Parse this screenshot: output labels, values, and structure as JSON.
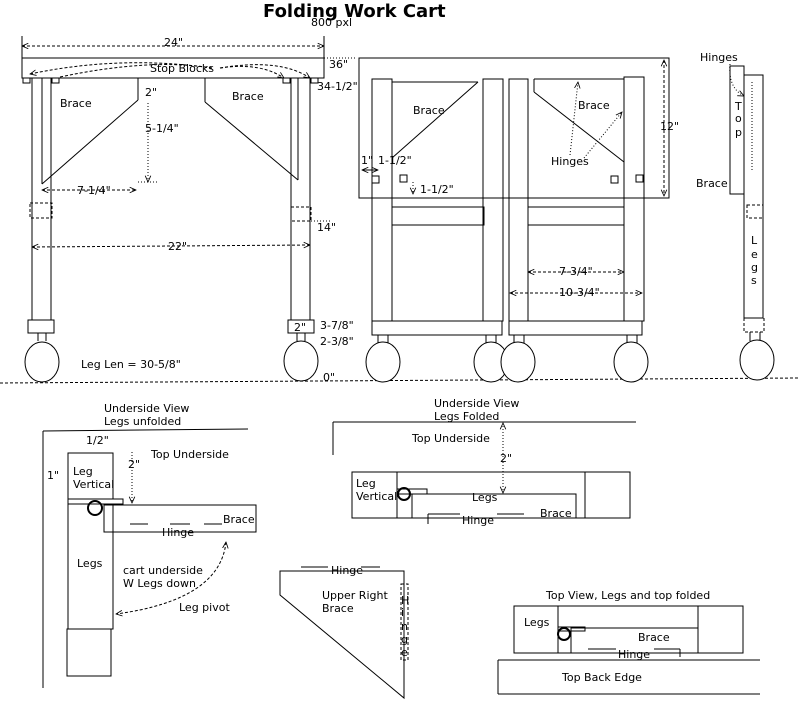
{
  "title": "Folding Work Cart",
  "canvas_note": "800 pxl",
  "front_view": {
    "width_dim": "24\"",
    "stop_blocks": "Stop Blocks",
    "height_top": "36\"",
    "height_under_top": "34-1/2\"",
    "brace_left": "Brace",
    "brace_right": "Brace",
    "dim_2": "2\"",
    "dim_5_1_4": "5-1/4\"",
    "dim_7_1_4": "7-1/4\"",
    "dim_14": "14\"",
    "dim_22": "22\"",
    "foot_2": "2\"",
    "dim_3_7_8": "3-7/8\"",
    "dim_2_3_8": "2-3/8\"",
    "leg_length": "Leg Len = 30-5/8\"",
    "floor_0": "0\""
  },
  "side_view": {
    "brace_left": "Brace",
    "brace_right": "Brace",
    "hinges": "Hinges",
    "dim_1": "1\"",
    "dim_1_1_2_a": "1-1/2\"",
    "dim_1_1_2_b": "1-1/2\"",
    "dim_12": "12\"",
    "dim_7_3_4": "7-3/4\"",
    "dim_10_3_4": "10-3/4\""
  },
  "folded_side": {
    "hinges": "Hinges",
    "top_vertical": "Top",
    "brace": "Brace",
    "legs_vertical": "Legs"
  },
  "underside_unfolded": {
    "title_line1": "Underside View",
    "title_line2": "Legs unfolded",
    "dim_half": "1/2\"",
    "dim_1": "1\"",
    "leg_vertical_1": "Leg",
    "leg_vertical_2": "Vertical",
    "dim_2": "2\"",
    "top_underside": "Top Underside",
    "brace": "Brace",
    "hinge": "Hinge",
    "legs": "Legs",
    "note_line1": "cart underside",
    "note_line2": "W Legs down",
    "leg_pivot": "Leg pivot"
  },
  "underside_folded": {
    "title_line1": "Underside View",
    "title_line2": "Legs Folded",
    "top_underside": "Top  Underside",
    "dim_2": "2\"",
    "leg_vertical_1": "Leg",
    "leg_vertical_2": "Vertical",
    "legs": "Legs",
    "brace": "Brace",
    "hinge": "Hinge"
  },
  "upper_right_brace": {
    "hinge": "Hinge",
    "label_line1": "Upper Right",
    "label_line2": "Brace",
    "hinge_vertical": "Hinge"
  },
  "top_view_folded": {
    "title": "Top View, Legs and top folded",
    "legs": "Legs",
    "brace": "Brace",
    "hinge": "Hinge",
    "back_edge": "Top  Back Edge"
  }
}
